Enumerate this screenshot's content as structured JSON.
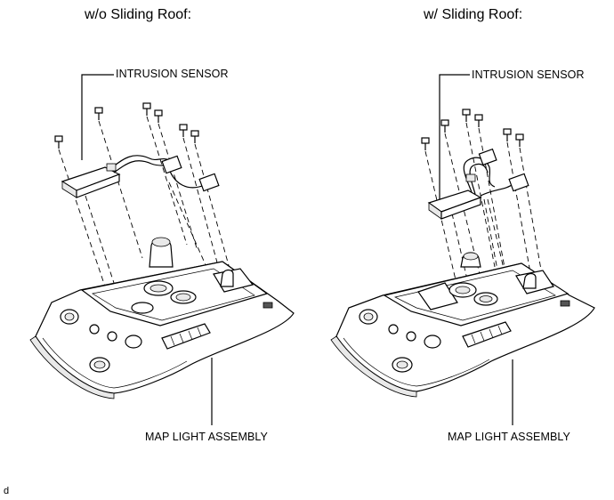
{
  "panels": {
    "left": {
      "title": "w/o Sliding Roof:",
      "sensor_label": "INTRUSION SENSOR",
      "assembly_label": "MAP LIGHT ASSEMBLY"
    },
    "right": {
      "title": "w/ Sliding Roof:",
      "sensor_label": "INTRUSION SENSOR",
      "assembly_label": "MAP LIGHT ASSEMBLY"
    }
  },
  "footer": {
    "mark": "d"
  }
}
